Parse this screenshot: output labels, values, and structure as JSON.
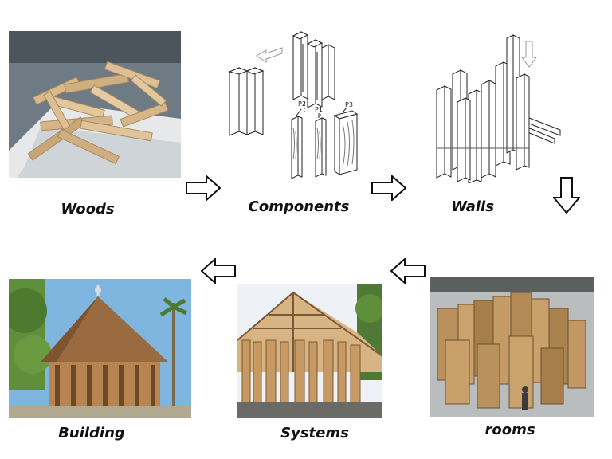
{
  "steps": [
    {
      "id": "woods",
      "label": "Woods"
    },
    {
      "id": "components",
      "label": "Components"
    },
    {
      "id": "walls",
      "label": "Walls"
    },
    {
      "id": "rooms",
      "label": "rooms"
    },
    {
      "id": "systems",
      "label": "Systems"
    },
    {
      "id": "building",
      "label": "Building"
    }
  ],
  "component_tags": {
    "p1": "P1",
    "p2": "P2",
    "p3": "P3"
  },
  "flow": [
    {
      "from": "woods",
      "to": "components",
      "direction": "right"
    },
    {
      "from": "components",
      "to": "walls",
      "direction": "right"
    },
    {
      "from": "walls",
      "to": "rooms",
      "direction": "down"
    },
    {
      "from": "rooms",
      "to": "systems",
      "direction": "left"
    },
    {
      "from": "systems",
      "to": "building",
      "direction": "left"
    }
  ],
  "colors": {
    "wood_light": "#d9b98c",
    "wood_mid": "#c49a66",
    "wood_dark": "#8a6a44",
    "roof": "#9a6a40",
    "sky": "#7fb6e0",
    "foliage": "#5f8f3a"
  }
}
